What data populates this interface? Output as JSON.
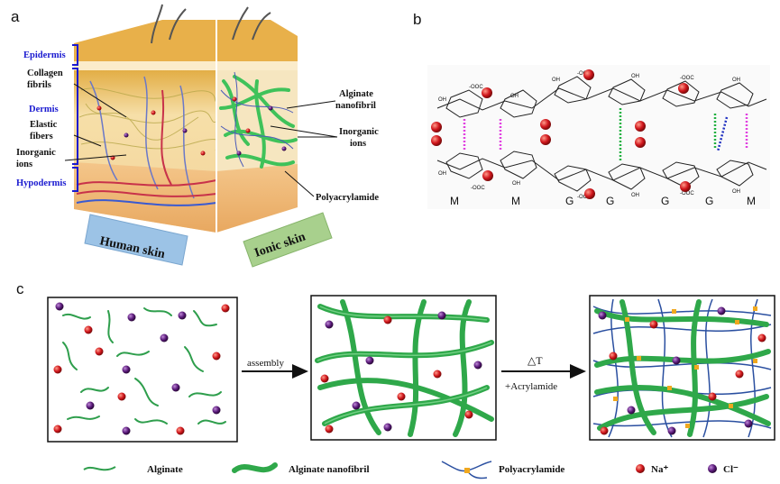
{
  "panel_a": {
    "label": "a",
    "layers": [
      "Epidermis",
      "Dermis",
      "Hypodermis"
    ],
    "left_annotations": [
      [
        "Collagen",
        "fibrils"
      ],
      [
        "Elastic",
        "fibers"
      ],
      [
        "Inorganic",
        "ions"
      ]
    ],
    "right_annotations": [
      [
        "Alginate",
        "nanofibril"
      ],
      [
        "Inorganic",
        "ions"
      ],
      [
        "Polyacrylamide"
      ]
    ],
    "human_label": "Human skin",
    "ionic_label": "Ionic skin"
  },
  "panel_b": {
    "label": "b",
    "residues": [
      "M",
      "M",
      "G",
      "G",
      "G",
      "G",
      "M"
    ]
  },
  "panel_c": {
    "label": "c",
    "arrow1": "assembly",
    "arrow2_top": "△T",
    "arrow2_bottom": "+Acrylamide",
    "legend": {
      "alginate": "Alginate",
      "nanofibril": "Alginate nanofibril",
      "polyacrylamide": "Polyacrylamide",
      "na": "Na⁺",
      "cl": "Cl⁻"
    }
  },
  "colors": {
    "layer_label": "#1a1ad0",
    "na_ion": "#d0161c",
    "cl_ion": "#5a1a7a",
    "alginate_green": "#2e9e4c",
    "nanofibril_green": "#3fc25a",
    "polyacrylamide_blue": "#2a4fa0",
    "crosslink_orange": "#f0a81e",
    "human_box": "#9cc3e6",
    "ionic_box": "#a8d08d"
  }
}
